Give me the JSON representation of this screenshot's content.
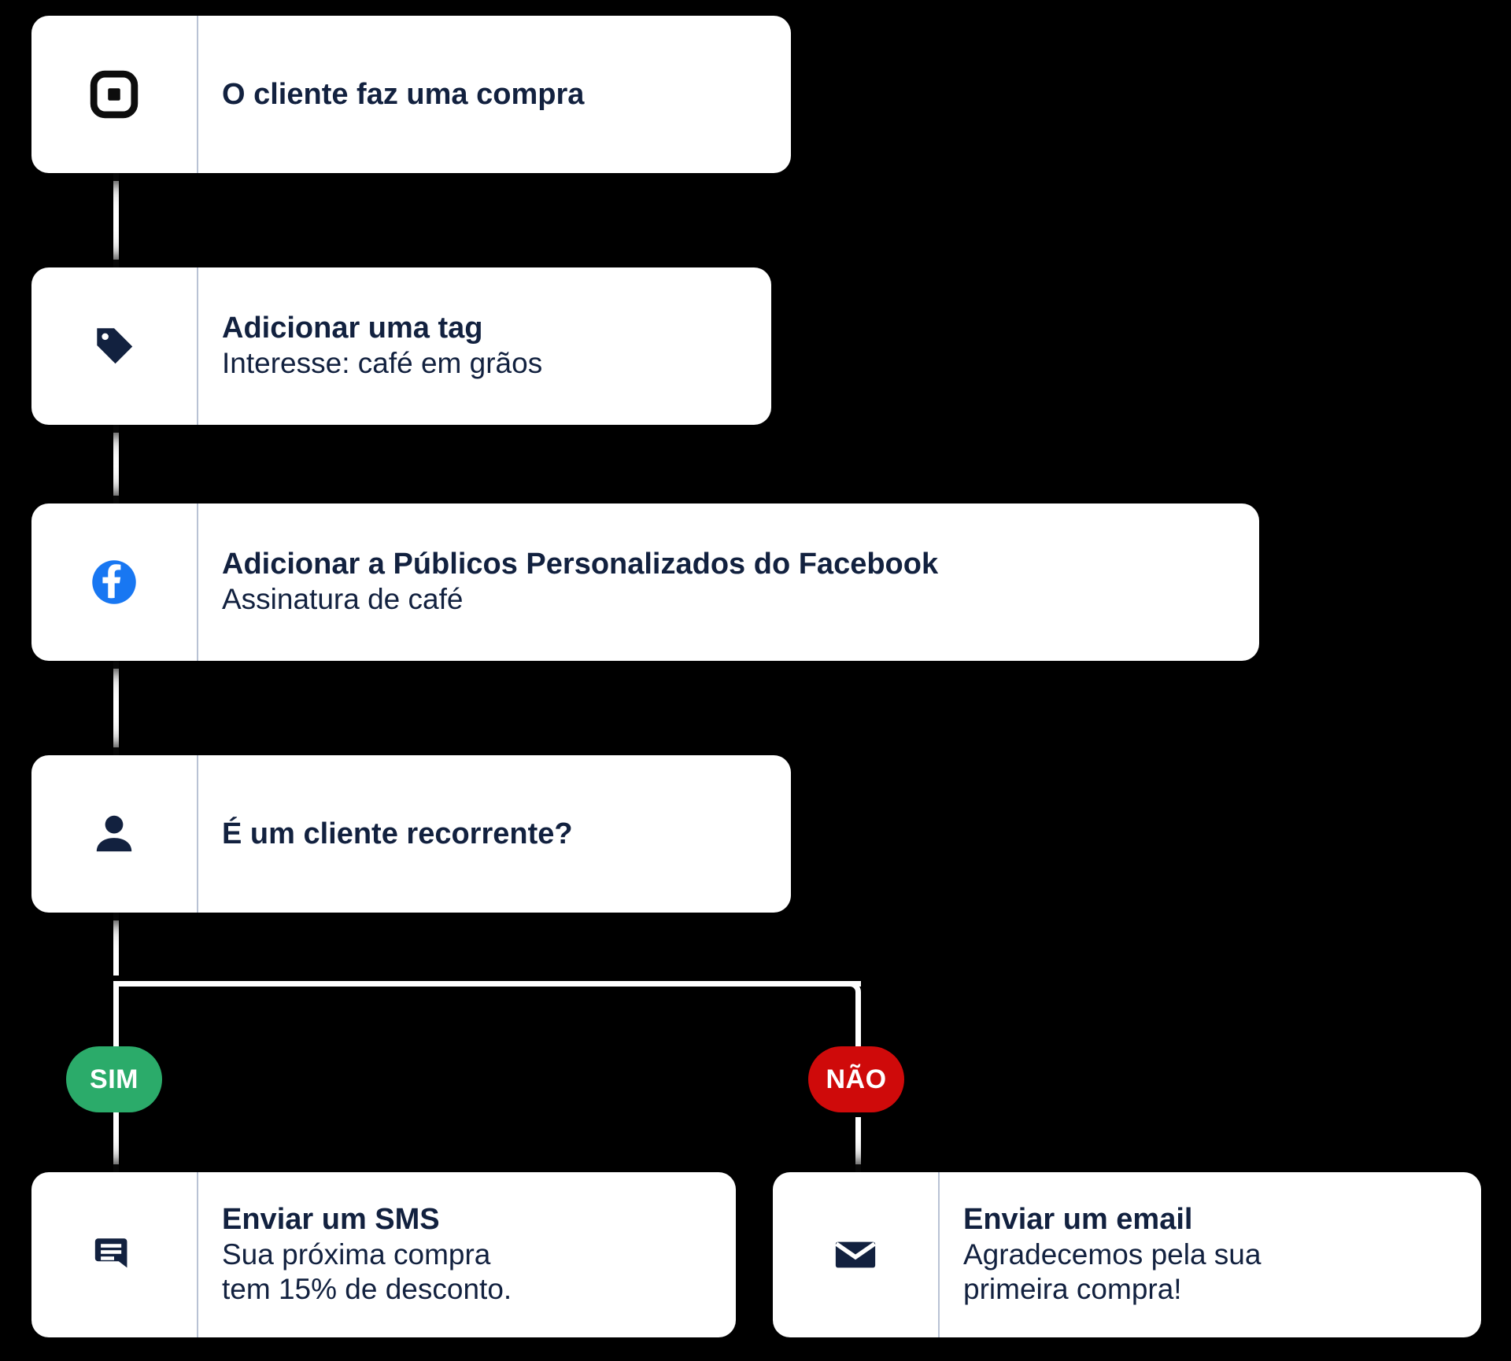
{
  "theme": {
    "background": "#000000",
    "card_background": "#ffffff",
    "text_color": "#12213f",
    "divider_color": "#b9c2d4",
    "connector_color": "#ffffff",
    "yes_badge_color": "#2bab6a",
    "no_badge_color": "#cf0a0a",
    "facebook_blue": "#1877f2",
    "square_black": "#0d0d0d"
  },
  "flow": {
    "nodes": [
      {
        "id": "purchase",
        "icon": "square-logo-icon",
        "title": "O cliente faz uma compra",
        "subtitle": ""
      },
      {
        "id": "add-tag",
        "icon": "tag-icon",
        "title": "Adicionar uma tag",
        "subtitle": "Interesse: café em grãos"
      },
      {
        "id": "facebook-audience",
        "icon": "facebook-icon",
        "title": "Adicionar a Públicos Personalizados do Facebook",
        "subtitle": "Assinatura de café"
      },
      {
        "id": "recurring-check",
        "icon": "person-icon",
        "title": "É um cliente recorrente?",
        "subtitle": ""
      },
      {
        "id": "send-sms",
        "icon": "chat-bubble-icon",
        "title": "Enviar um SMS",
        "subtitle": "Sua próxima compra\ntem 15% de desconto."
      },
      {
        "id": "send-email",
        "icon": "envelope-icon",
        "title": "Enviar um email",
        "subtitle": "Agradecemos pela sua\nprimeira compra!"
      }
    ],
    "branches": {
      "yes_label": "SIM",
      "no_label": "NÃO"
    }
  }
}
